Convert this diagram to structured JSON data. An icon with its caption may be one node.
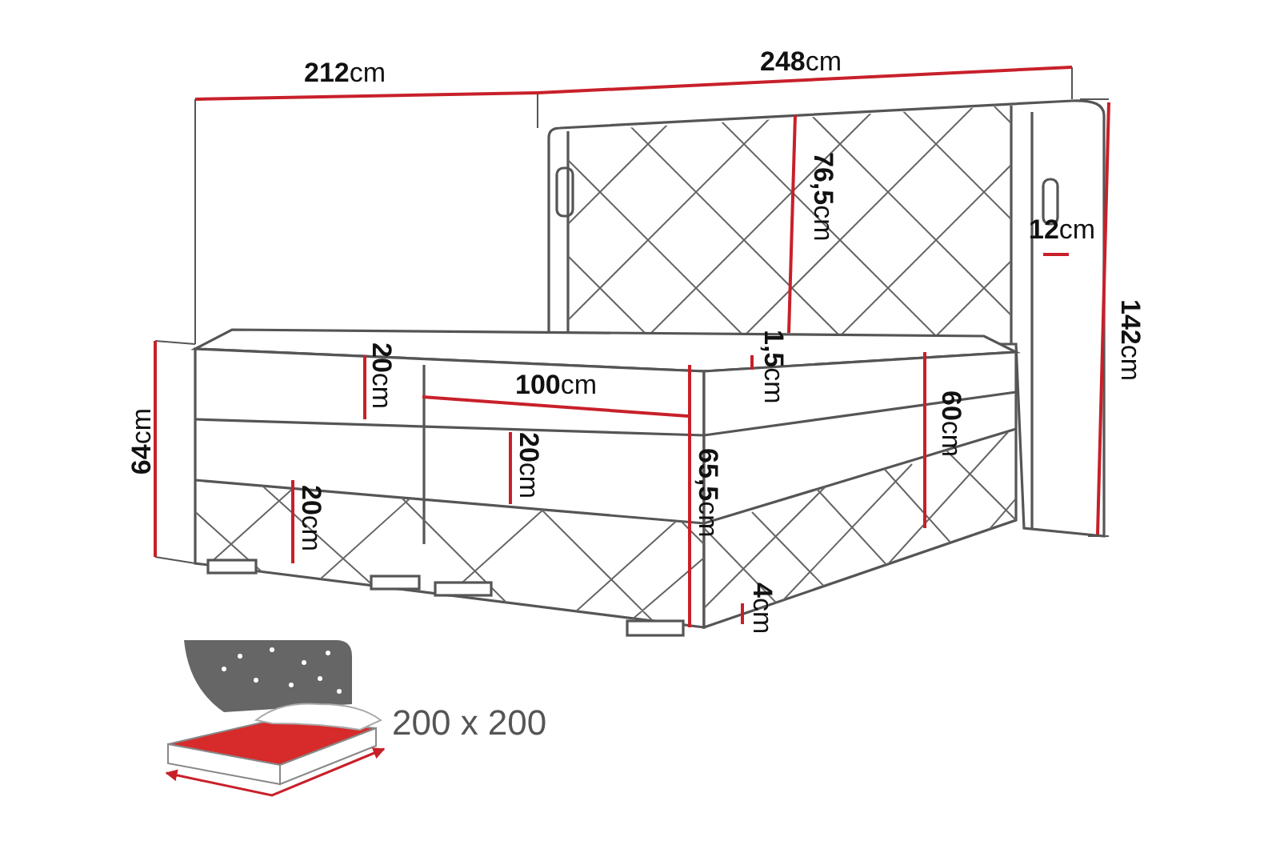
{
  "diagram": {
    "labels": [
      "**248**cm",
      "**212**cm",
      "**76,5**cm",
      "**12**cm",
      "**142**cm",
      "**1,5**cm",
      "**20**cm",
      "**100**cm",
      "**60**cm",
      "**64**cm",
      "**20**cm",
      "**65,5**cm",
      "**20**cm",
      "**4**cm",
      "200 x 200"
    ]
  }
}
